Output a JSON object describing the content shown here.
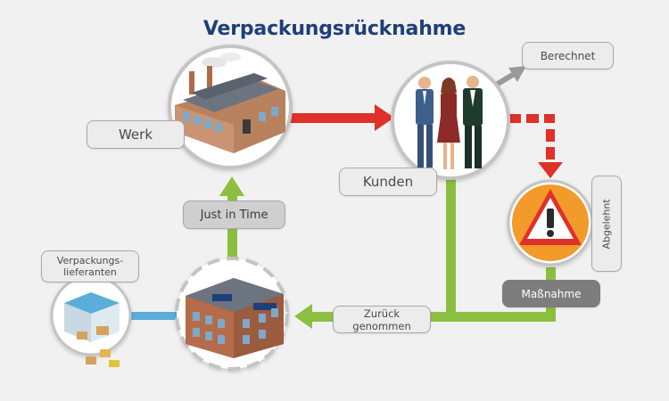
{
  "title": "Verpackungsrücknahme",
  "nodes": {
    "werk": "Werk",
    "kunden": "Kunden",
    "berechnet": "Berechnet",
    "abgelehnt": "Abgelehnt",
    "massnahme": "Maßnahme",
    "zurueck": "Zurück genommen",
    "just_in_time": "Just in Time",
    "verpackungslieferanten": "Verpackungs-\nlieferanten"
  },
  "colors": {
    "title": "#1f3f78",
    "red_arrow": "#e0302a",
    "green_arrow": "#8cbf3f",
    "blue_link": "#5aaed8",
    "grey_arrow": "#9a9a9a",
    "warning_orange": "#f29b2a"
  },
  "icons": [
    "factory-icon",
    "customers-icon",
    "warning-icon",
    "warehouse-icon",
    "packaging-supplier-icon"
  ]
}
